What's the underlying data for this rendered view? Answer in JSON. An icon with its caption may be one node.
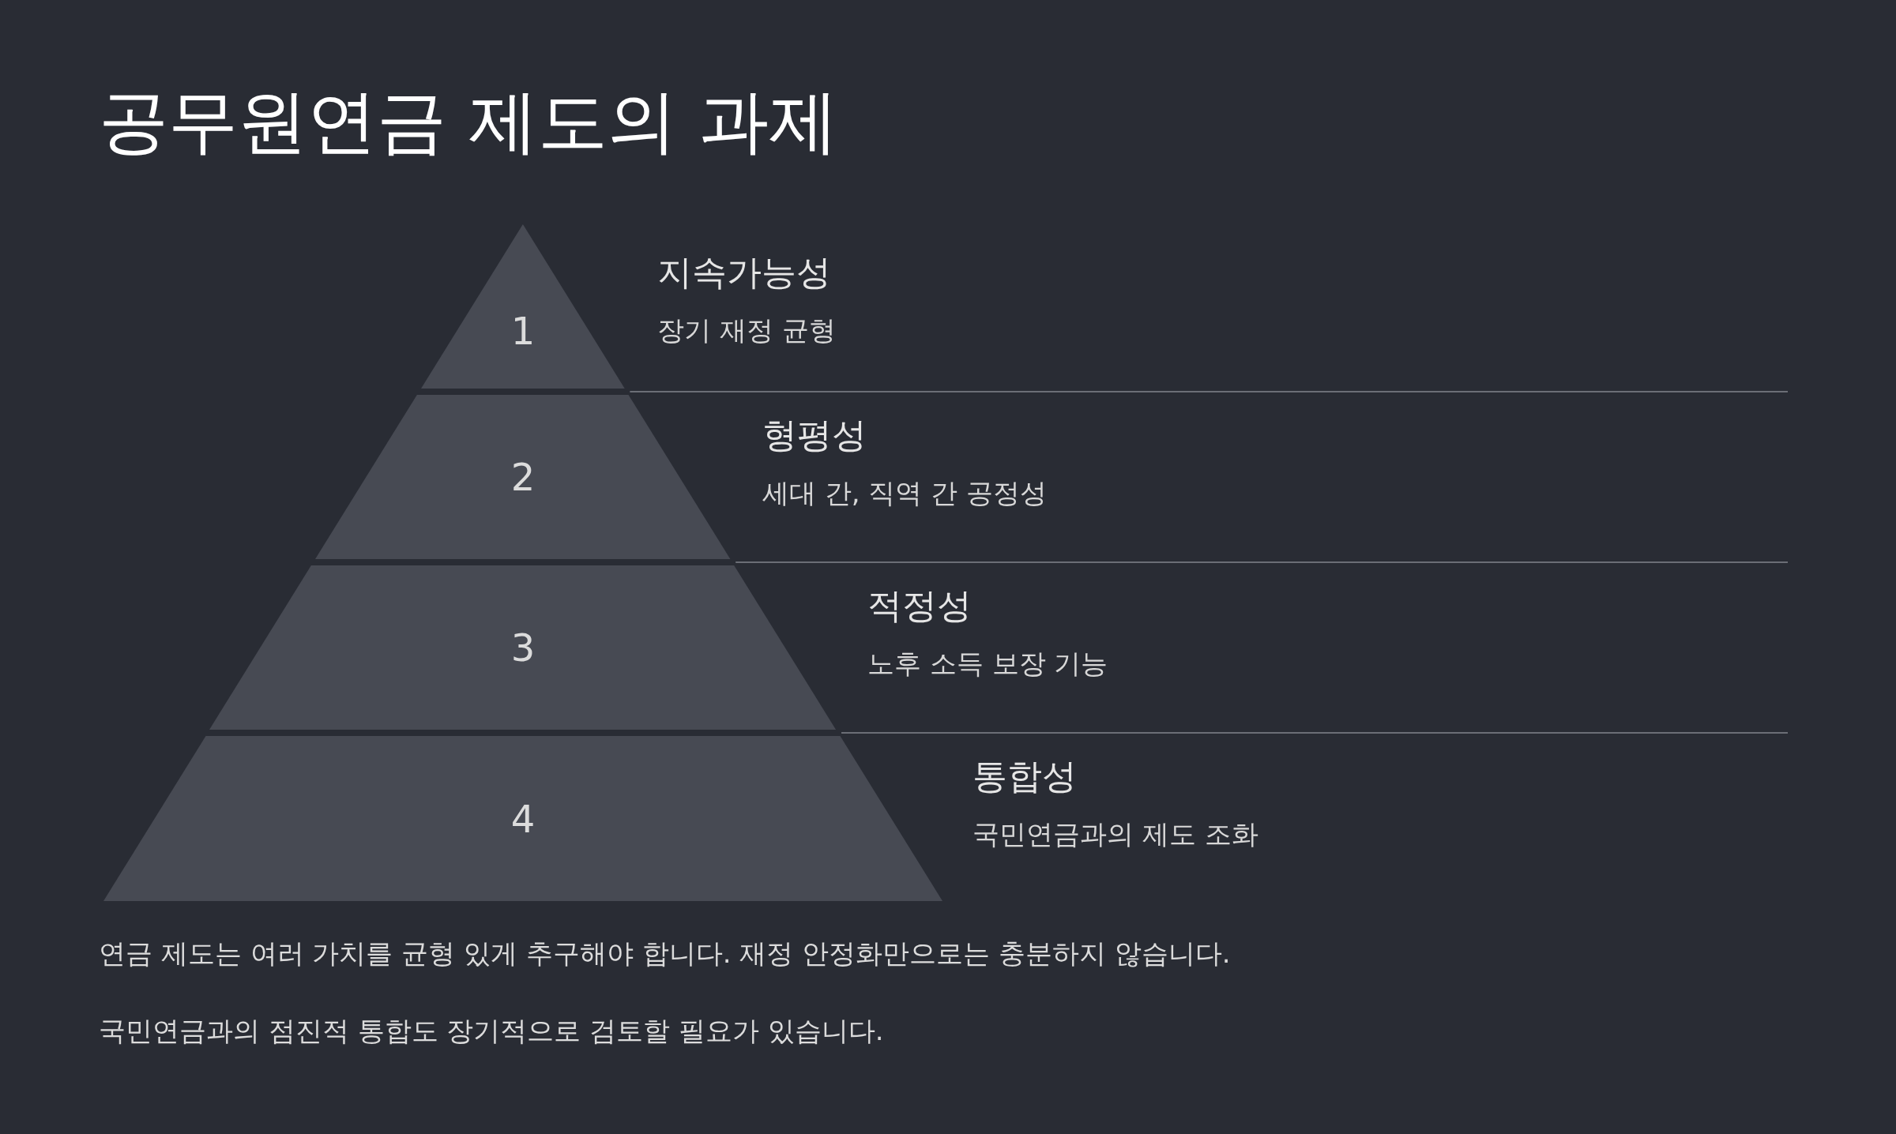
{
  "diagram": {
    "title": "공무원연금 제도의 과제",
    "nodes": [
      {
        "text": [
          "1"
        ],
        "beside": [
          "지속가능성",
          "장기 재정 균형"
        ]
      },
      {
        "text": [
          "2"
        ],
        "beside": [
          "형평성",
          "세대 간, 직역 간 공정성"
        ]
      },
      {
        "text": [
          "3"
        ],
        "beside": [
          "적정성",
          "노후 소득 보장 기능"
        ]
      },
      {
        "text": [
          "4"
        ],
        "beside": [
          "통합성",
          "국민연금과의 제도 조화"
        ]
      }
    ],
    "labels": [
      "연금 제도는 여러 가치를 균형 있게 추구해야 합니다. 재정 안정화만으로는 충분하지 않습니다.",
      "국민연금과의 점진적 통합도 장기적으로 검토할 필요가 있습니다."
    ]
  }
}
